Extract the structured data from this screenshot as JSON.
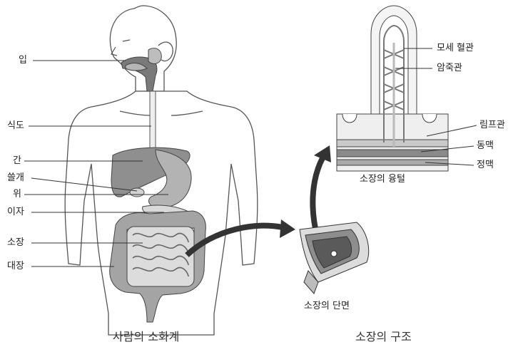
{
  "human_labels": {
    "mouth": "입",
    "esophagus": "식도",
    "liver": "간",
    "gallbladder": "쓸개",
    "stomach": "위",
    "pancreas": "이자",
    "small_intestine": "소장",
    "large_intestine": "대장"
  },
  "villus_labels": {
    "capillary": "모세 혈관",
    "lacteal": "암죽관",
    "lymph_vessel": "림프관",
    "artery": "동맥",
    "vein": "정맥"
  },
  "sub_captions": {
    "villus": "소장의 융털",
    "cross_section": "소장의 단면"
  },
  "captions": {
    "left": "사람의 소화계",
    "right": "소장의 구조"
  },
  "colors": {
    "body_outline": "#555555",
    "organ_dark": "#6f6f6f",
    "organ_mid": "#9a9a9a",
    "organ_light": "#c8c8c8",
    "arrow": "#333333"
  }
}
